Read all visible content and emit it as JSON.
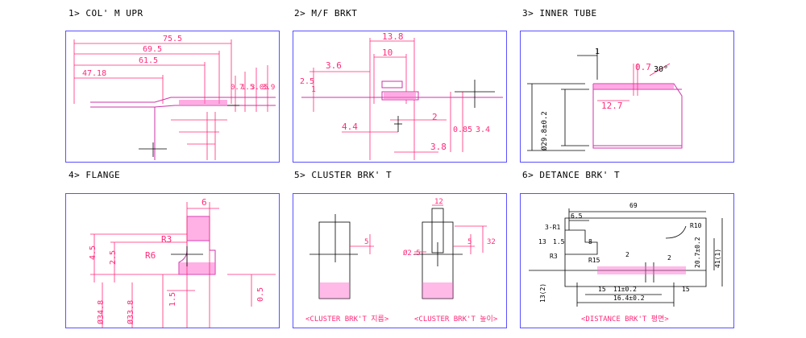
{
  "panels": [
    {
      "title": "1> COL' M UPR",
      "dims": [
        "75.5",
        "69.5",
        "61.5",
        "47.18",
        "0.7",
        "1.5",
        "3.05",
        "3.9"
      ]
    },
    {
      "title": "2> M/F BRKT",
      "dims": [
        "13.8",
        "10",
        "3.6",
        "2.5",
        "1",
        "4.4",
        "2",
        "0.85",
        "3.4",
        "3.8"
      ]
    },
    {
      "title": "3> INNER TUBE",
      "dims": [
        "1",
        "0.7",
        "30°",
        "12.7",
        "Ø29.8±0.2"
      ]
    },
    {
      "title": "4> FLANGE",
      "dims": [
        "6",
        "R3",
        "R6",
        "4.5",
        "2.5",
        "1.5",
        "Ø34.8",
        "Ø33.8",
        "0.5"
      ]
    },
    {
      "title": "5> CLUSTER BRK' T",
      "dims": [
        "5",
        "12",
        "5",
        "32",
        "Ø2.5"
      ],
      "captions": [
        "<CLUSTER BRK'T 지름>",
        "<CLUSTER BRK'T 높이>"
      ]
    },
    {
      "title": "6> DETANCE BRK' T",
      "dims": [
        "69",
        "6.5",
        "R10",
        "3-R1",
        "13",
        "1.5",
        "8",
        "R3",
        "R15",
        "2",
        "20.7±0.2",
        "41(1)",
        "2",
        "11±0.2",
        "16.4±0.2",
        "15",
        "15",
        "13(2)"
      ],
      "captions": [
        "<DISTANCE BRK'T 평면>"
      ]
    }
  ],
  "colors": {
    "frame": "#5a50ff",
    "dim": "#ff2a7a",
    "part": "#cc33aa",
    "hatch": "#ff66cc",
    "line": "#000000"
  }
}
